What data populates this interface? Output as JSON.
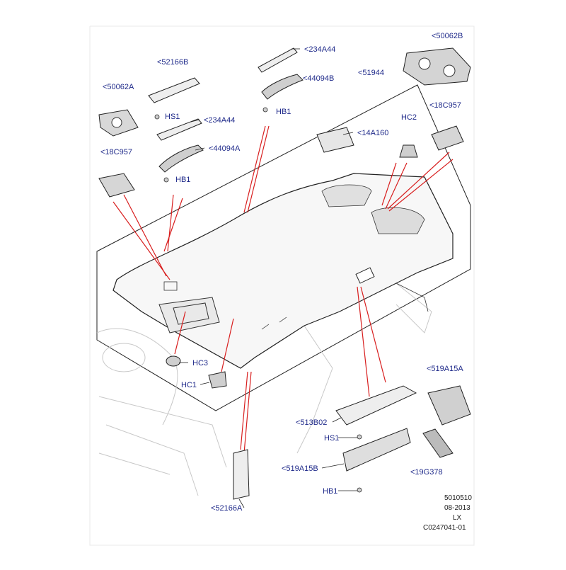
{
  "colors": {
    "callout_text": "#1f2a8a",
    "leader_red": "#d81e1e",
    "outline": "#222222",
    "panel_fill": "#ffffff",
    "part_shade": "#8a8a8a"
  },
  "callouts": {
    "c50062B": "<50062B",
    "c51944": "<51944",
    "c234A44_top": "<234A44",
    "c52166B": "<52166B",
    "c44094B": "<44094B",
    "c50062A": "<50062A",
    "cHS1_top": "HS1",
    "cHB1_mid": "HB1",
    "c234A44_mid": "<234A44",
    "cHC2": "HC2",
    "c18C957_right": "<18C957",
    "c14A160": "<14A160",
    "c18C957_left": "<18C957",
    "c44094A": "<44094A",
    "cHB1_left": "HB1",
    "cHC3": "HC3",
    "cHC1": "HC1",
    "c519A15A": "<519A15A",
    "c513B02": "<513B02",
    "cHS1_bottom": "HS1",
    "c519A15B": "<519A15B",
    "c19G378": "<19G378",
    "cHB1_bottom": "HB1",
    "c52166A": "<52166A"
  },
  "doc_info": {
    "line1": "5010510",
    "line2": "08-2013",
    "line3": "LX",
    "line4": "C0247041-01"
  }
}
